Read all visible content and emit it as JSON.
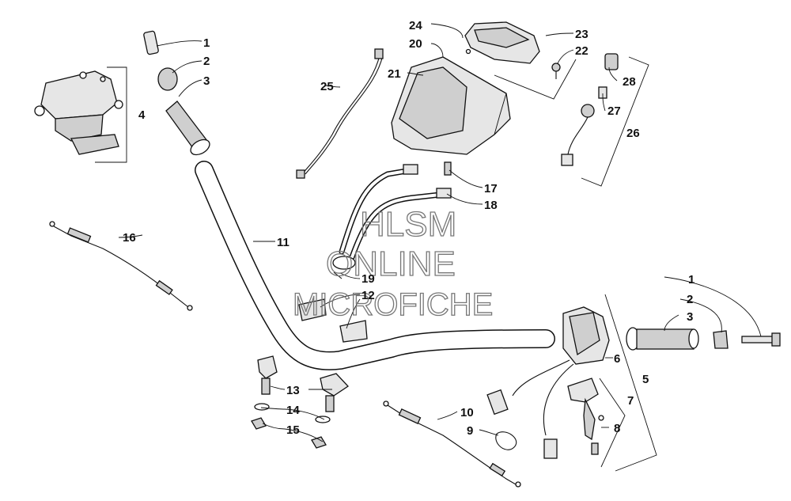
{
  "watermark": {
    "line1": "HLSM",
    "line2": "ONLINE",
    "line3": "MICROFICHE"
  },
  "callouts": {
    "c1a": "1",
    "c2a": "2",
    "c3a": "3",
    "c4": "4",
    "c1b": "1",
    "c2b": "2",
    "c3b": "3",
    "c5": "5",
    "c6": "6",
    "c7": "7",
    "c8": "8",
    "c9": "9",
    "c10": "10",
    "c11": "11",
    "c12": "12",
    "c13": "13",
    "c14": "14",
    "c15": "15",
    "c16": "16",
    "c17": "17",
    "c18": "18",
    "c19": "19",
    "c20": "20",
    "c21": "21",
    "c22": "22",
    "c23": "23",
    "c24": "24",
    "c25": "25",
    "c26": "26",
    "c27": "27",
    "c28": "28"
  }
}
